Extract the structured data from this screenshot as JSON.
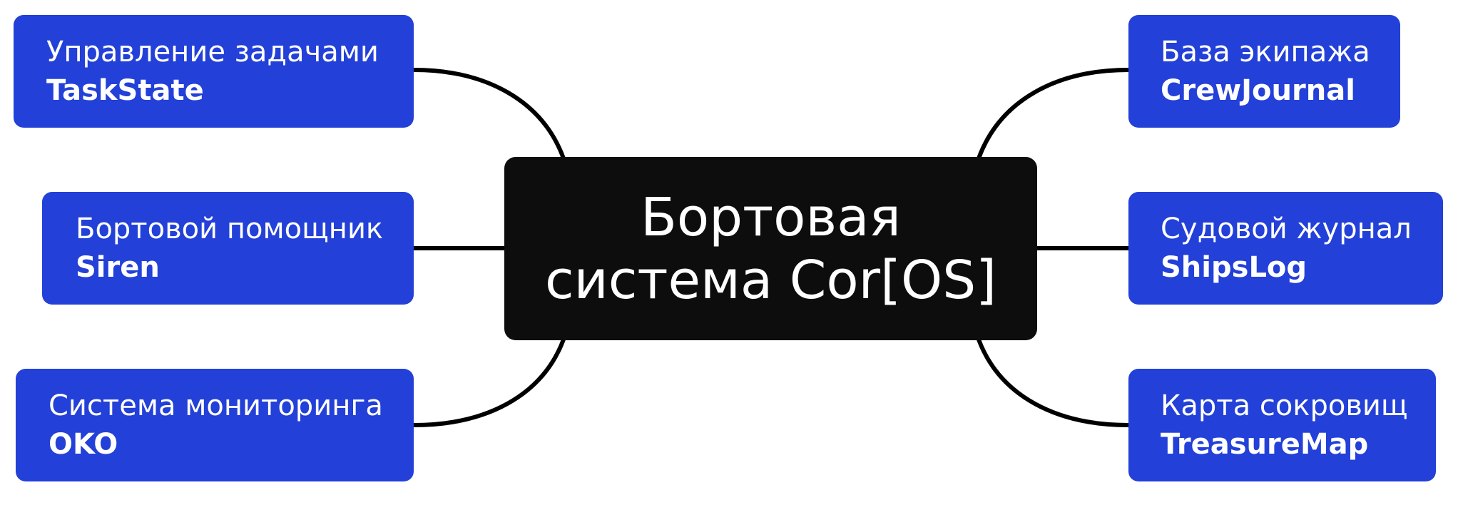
{
  "colors": {
    "node_fill": "#2340d8",
    "center_fill": "#0d0d0d",
    "connector": "#000000",
    "text": "#ffffff"
  },
  "center": {
    "line1": "Бортовая",
    "line2": "система Cor[OS]"
  },
  "nodes": [
    {
      "title": "Управление задачами",
      "name": "TaskState"
    },
    {
      "title": "Бортовой помощник",
      "name": "Siren"
    },
    {
      "title": "Система мониторинга",
      "name": "OKO"
    },
    {
      "title": "База экипажа",
      "name": "CrewJournal"
    },
    {
      "title": "Судовой журнал",
      "name": "ShipsLog"
    },
    {
      "title": "Карта сокровищ",
      "name": "TreasureMap"
    }
  ]
}
